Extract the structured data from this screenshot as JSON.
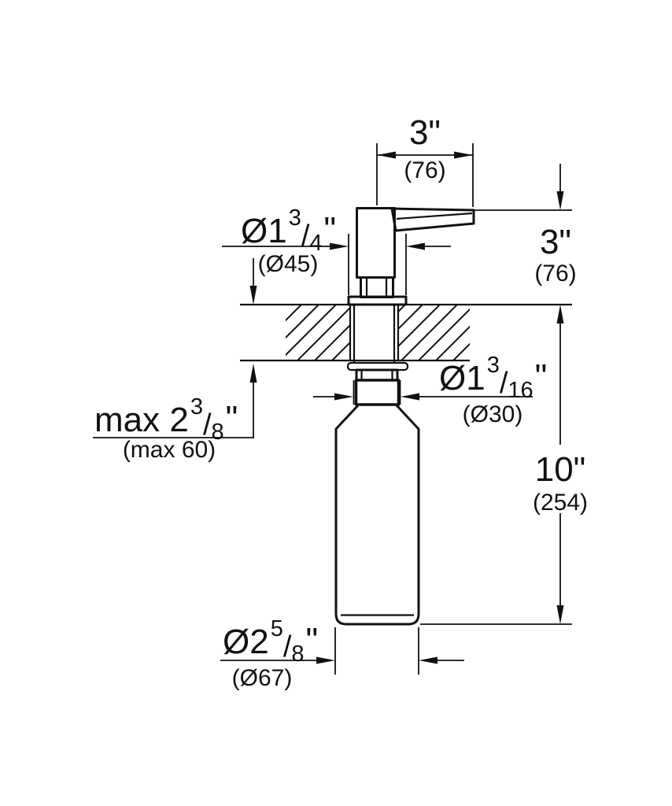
{
  "drawing": "soap-dispenser-installation-dimensions",
  "colors": {
    "line": "#111111",
    "background": "#ffffff"
  },
  "dims": {
    "spout_reach": {
      "value": "3\"",
      "metric": "(76)"
    },
    "flange": {
      "whole": "Ø1",
      "num": "3",
      "sep": "/",
      "den": "4",
      "unit": "\"",
      "metric": "(Ø45)"
    },
    "height_above_deck": {
      "value": "3\"",
      "metric": "(76)"
    },
    "deck_thickness": {
      "whole": "max 2",
      "num": "3",
      "sep": "/",
      "den": "8",
      "unit": "\"",
      "metric": "(max 60)"
    },
    "neck": {
      "whole": "Ø1",
      "num": "3",
      "sep": "/",
      "den": "16",
      "unit": "\"",
      "metric": "(Ø30)"
    },
    "depth_below_deck": {
      "value": "10\"",
      "metric": "(254)"
    },
    "bottle": {
      "whole": "Ø2",
      "num": "5",
      "sep": "/",
      "den": "8",
      "unit": "\"",
      "metric": "(Ø67)"
    }
  }
}
